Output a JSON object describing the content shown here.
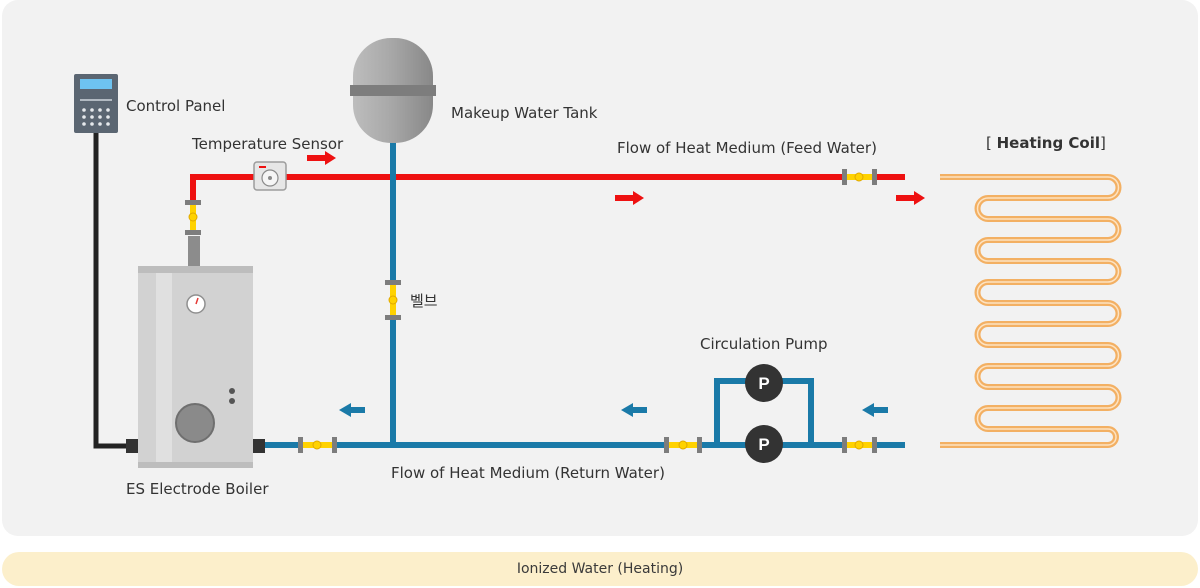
{
  "labels": {
    "control_panel": "Control Panel",
    "temperature_sensor": "Temperature Sensor",
    "makeup_water_tank": "Makeup Water Tank",
    "feed_water_flow": "Flow of Heat Medium (Feed Water)",
    "heating_coil_open": "[ ",
    "heating_coil_name": "Heating Coil",
    "heating_coil_close": "]",
    "valve": "벨브",
    "circulation_pump": "Circulation Pump",
    "pump_symbol_top": "P",
    "pump_symbol_bottom": "P",
    "return_water_flow": "Flow of Heat Medium (Return Water)",
    "boiler": "ES Electrode Boiler"
  },
  "footer": {
    "text": "Ionized Water (Heating)"
  },
  "colors": {
    "panel_background": "#f2f2f2",
    "feed_pipe": "#ee1111",
    "return_pipe": "#1a7aa8",
    "coil": "#f3b063",
    "valve_body": "#ffd200",
    "footer_background": "#fcefcb"
  }
}
